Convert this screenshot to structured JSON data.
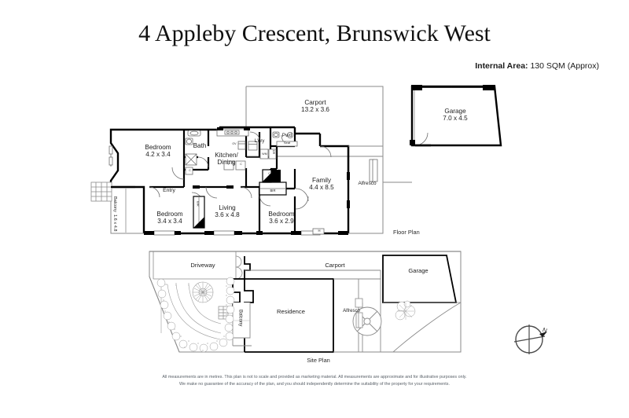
{
  "header": {
    "title": "4 Appleby Crescent, Brunswick West",
    "internal_area_label": "Internal Area:",
    "internal_area_value": "130 SQM (Approx)"
  },
  "sections": {
    "floor_plan_label": "Floor Plan",
    "site_plan_label": "Site Plan"
  },
  "floor_plan": {
    "rooms": [
      {
        "name": "bedroom-front",
        "label": "Bedroom",
        "dims": "4.2 x 3.4"
      },
      {
        "name": "bedroom-left",
        "label": "Bedroom",
        "dims": "3.4 x 3.4"
      },
      {
        "name": "bedroom-mid",
        "label": "Bedroom",
        "dims": "3.6 x 2.9"
      },
      {
        "name": "living",
        "label": "Living",
        "dims": "3.6 x 4.8"
      },
      {
        "name": "family",
        "label": "Family",
        "dims": "4.4 x 8.5"
      },
      {
        "name": "kitchen-dining",
        "label": "Kitchen/\nDining",
        "dims": ""
      },
      {
        "name": "bath",
        "label": "Bath",
        "dims": ""
      },
      {
        "name": "laundry",
        "label": "L'dry",
        "dims": ""
      },
      {
        "name": "powder",
        "label": "Pwd",
        "dims": ""
      },
      {
        "name": "entry",
        "label": "Entry",
        "dims": ""
      },
      {
        "name": "alfresco",
        "label": "Alfresco",
        "dims": ""
      },
      {
        "name": "carport",
        "label": "Carport",
        "dims": "13.2 x 3.6"
      },
      {
        "name": "garage",
        "label": "Garage",
        "dims": "7.0 x 4.5"
      },
      {
        "name": "balcony",
        "label": "Balcony",
        "dims": "1.6 x 4.8"
      }
    ],
    "fixtures": [
      {
        "name": "oven",
        "label": "OV"
      },
      {
        "name": "fridge",
        "label": "F"
      },
      {
        "name": "cupboard-kitchen",
        "label": "C"
      },
      {
        "name": "cupboard-laundry",
        "label": "C"
      },
      {
        "name": "cupboard-bath",
        "label": "C"
      },
      {
        "name": "cupboard-bir-hall",
        "label": "C"
      },
      {
        "name": "washing-machine",
        "label": "WM"
      },
      {
        "name": "dryer",
        "label": "DR"
      },
      {
        "name": "seat",
        "label": "Seat"
      },
      {
        "name": "built-in-robe-mid",
        "label": "BIR"
      },
      {
        "name": "built-in-robe-left",
        "label": "BIR"
      },
      {
        "name": "heater",
        "label": "H"
      },
      {
        "name": "garage-door-label",
        "label": "c"
      }
    ]
  },
  "site_plan": {
    "zones": [
      {
        "name": "driveway",
        "label": "Driveway"
      },
      {
        "name": "residence",
        "label": "Residence"
      },
      {
        "name": "carport",
        "label": "Carport"
      },
      {
        "name": "alfresco",
        "label": "Alfresco"
      },
      {
        "name": "garage",
        "label": "Garage"
      },
      {
        "name": "balcony",
        "label": "Balcony"
      }
    ]
  },
  "compass": {
    "north_label": "N"
  },
  "footer": {
    "line1": "All measurements are in metres. This plan is not to scale and provided as marketing material. All measurements are approximate and for illustrative purposes only.",
    "line2": "We make no guarantee of the accuracy of the plan, and you should independently determine the suitability of the property for your requirements."
  },
  "colors": {
    "wall": "#000000",
    "thin": "#7d7d7d",
    "text": "#1d1d1d",
    "footer_text": "#5a6169",
    "fill": "#ffffff"
  }
}
